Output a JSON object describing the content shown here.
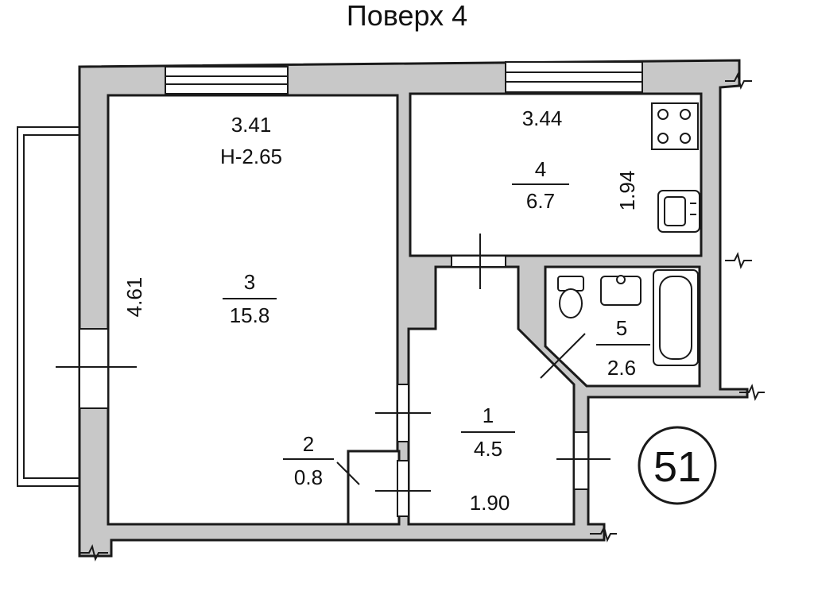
{
  "plan": {
    "title": "Поверх 4",
    "apartment_number": "51",
    "rooms": [
      {
        "id": "1",
        "number": "1",
        "area": "4.5",
        "width": "1.90"
      },
      {
        "id": "2",
        "number": "2",
        "area": "0.8"
      },
      {
        "id": "3",
        "number": "3",
        "area": "15.8",
        "width": "3.41",
        "length": "4.61",
        "height": "Н-2.65"
      },
      {
        "id": "4",
        "number": "4",
        "area": "6.7",
        "width": "3.44",
        "length": "1.94"
      },
      {
        "id": "5",
        "number": "5",
        "area": "2.6"
      }
    ],
    "fixtures": [
      "stove-icon",
      "sink-icon",
      "toilet-icon",
      "washbasin-icon",
      "bathtub-icon"
    ]
  }
}
